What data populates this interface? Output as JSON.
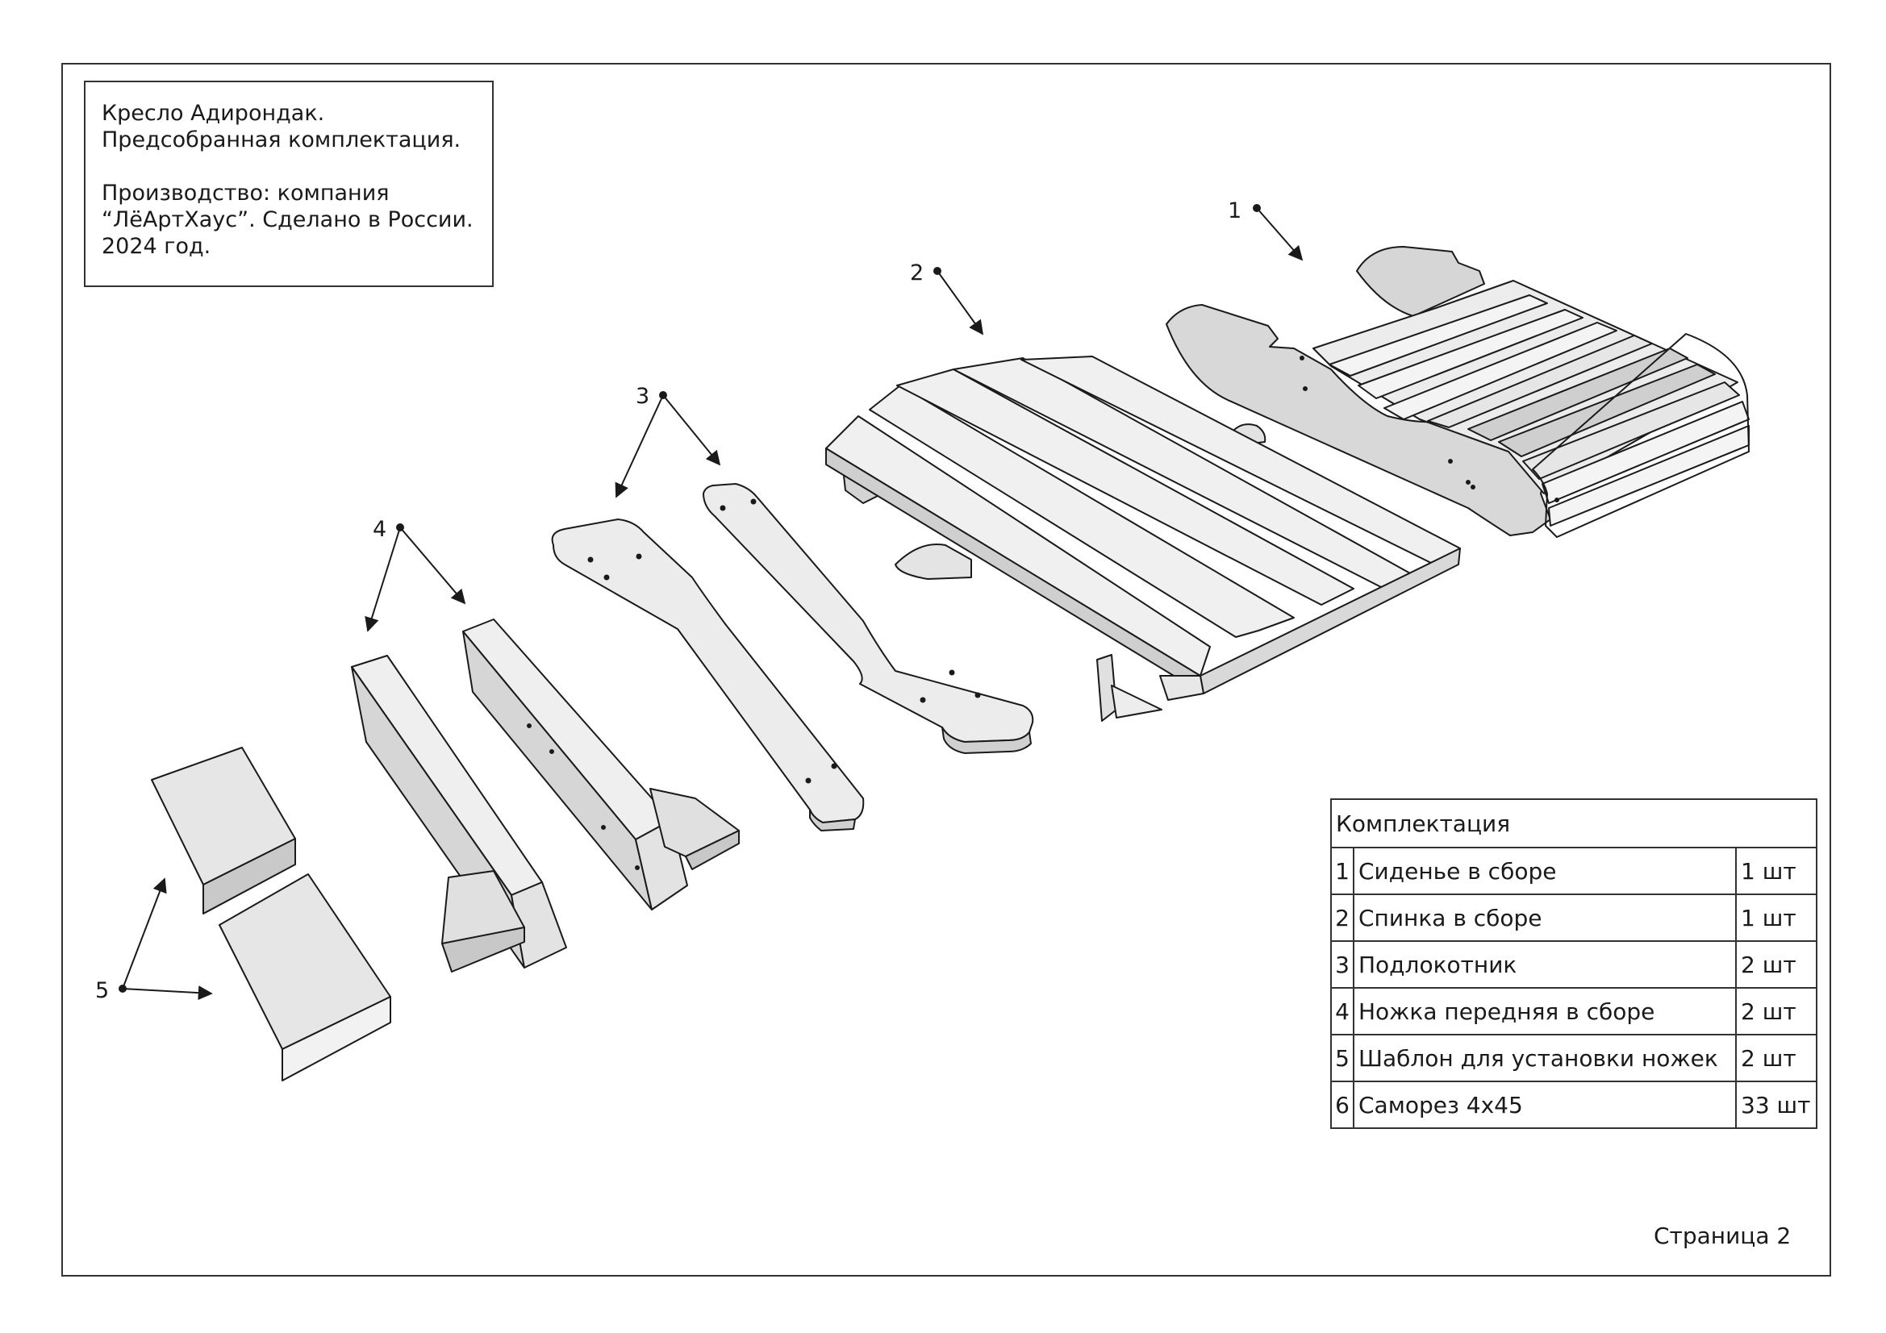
{
  "title_block": {
    "line1": "Кресло Адирондак.",
    "line2": "Предсобранная комплектация.",
    "line3": "Производство: компания",
    "line4": "“ЛёАртХаус”. Сделано в России.",
    "line5": "2024 год."
  },
  "callouts": [
    "1",
    "2",
    "3",
    "4",
    "5"
  ],
  "kit_table": {
    "header": "Комплектация",
    "rows": [
      {
        "num": "1",
        "name": "Сиденье в сборе",
        "qty": "1 шт"
      },
      {
        "num": "2",
        "name": "Спинка в сборе",
        "qty": "1 шт"
      },
      {
        "num": "3",
        "name": "Подлокотник",
        "qty": "2 шт"
      },
      {
        "num": "4",
        "name": "Ножка передняя в сборе",
        "qty": "2 шт"
      },
      {
        "num": "5",
        "name": "Шаблон для установки ножек",
        "qty": "2 шт"
      },
      {
        "num": "6",
        "name": "Саморез 4x45",
        "qty": "33 шт"
      }
    ]
  },
  "page_label": "Страница 2",
  "colors": {
    "part_light": "#e9e9e9",
    "part_mid": "#d9d9d9",
    "part_dark": "#bdbdbd",
    "line": "#1a1a1a"
  }
}
